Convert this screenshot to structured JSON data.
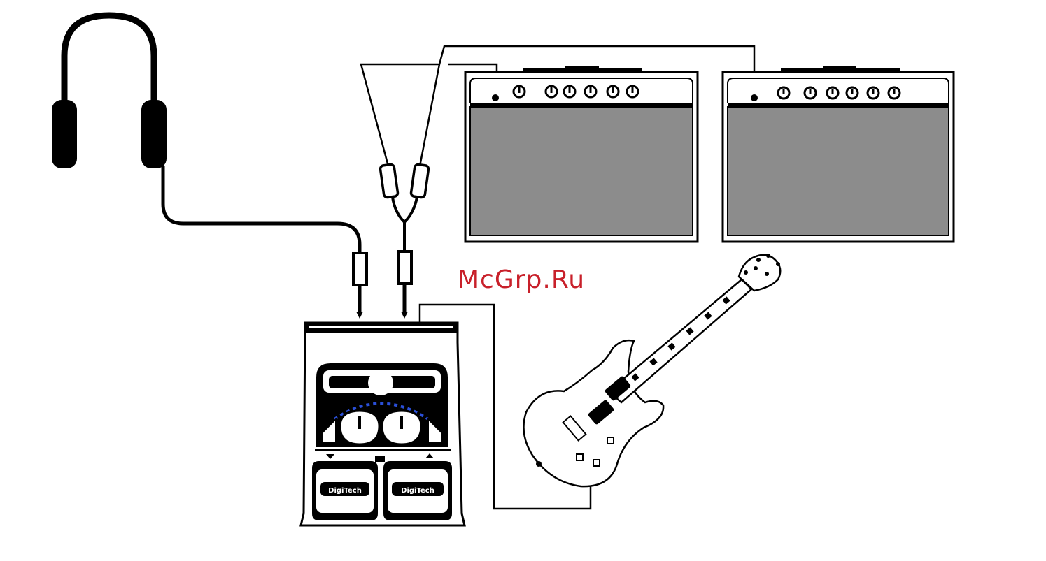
{
  "watermark": {
    "text": "McGrp.Ru",
    "color": "#c8202a"
  },
  "colors": {
    "line": "#000000",
    "grille": "#8c8c8c",
    "led": "#2a4fd8",
    "background": "#ffffff"
  },
  "amplifiers": [
    {
      "name": "amplifier-left",
      "knob_count": 6
    },
    {
      "name": "amplifier-right",
      "knob_count": 6
    }
  ],
  "pedal": {
    "brand": "DigiTech",
    "footswitch_count": 2
  },
  "components": [
    "headphones-icon",
    "y-splitter-cable-icon",
    "amplifier-icon",
    "multi-effects-pedal-icon",
    "electric-guitar-icon"
  ]
}
